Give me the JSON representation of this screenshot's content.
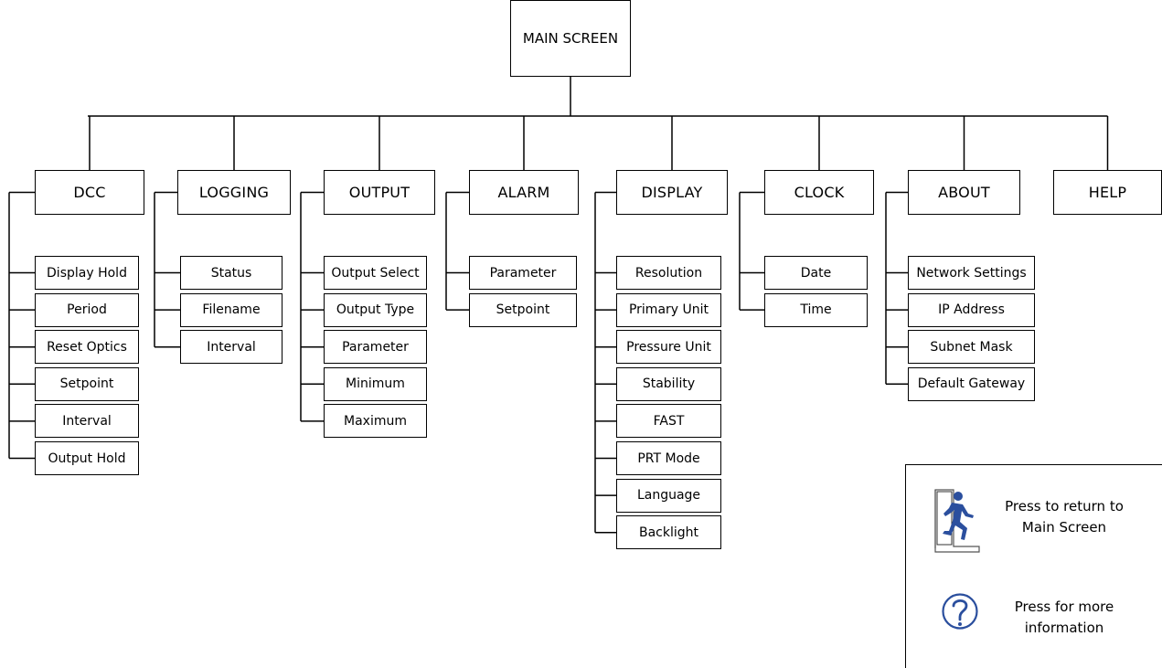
{
  "diagram": {
    "root": "MAIN SCREEN",
    "categories": [
      {
        "label": "DCC",
        "items": [
          "Display Hold",
          "Period",
          "Reset Optics",
          "Setpoint",
          "Interval",
          "Output Hold"
        ]
      },
      {
        "label": "LOGGING",
        "items": [
          "Status",
          "Filename",
          "Interval"
        ]
      },
      {
        "label": "OUTPUT",
        "items": [
          "Output Select",
          "Output Type",
          "Parameter",
          "Minimum",
          "Maximum"
        ]
      },
      {
        "label": "ALARM",
        "items": [
          "Parameter",
          "Setpoint"
        ]
      },
      {
        "label": "DISPLAY",
        "items": [
          "Resolution",
          "Primary Unit",
          "Pressure Unit",
          "Stability",
          "FAST",
          "PRT Mode",
          "Language",
          "Backlight"
        ]
      },
      {
        "label": "CLOCK",
        "items": [
          "Date",
          "Time"
        ]
      },
      {
        "label": "ABOUT",
        "items": [
          "Network Settings",
          "IP Address",
          "Subnet Mask",
          "Default Gateway"
        ]
      },
      {
        "label": "HELP",
        "items": []
      }
    ]
  },
  "legend": {
    "return_text_line1": "Press to return to",
    "return_text_line2": "Main Screen",
    "return_icon": "running-man-exit-icon",
    "help_text_line1": "Press for more",
    "help_text_line2": "information",
    "help_icon": "question-circle-icon",
    "icon_color": "#2b4f9e"
  }
}
